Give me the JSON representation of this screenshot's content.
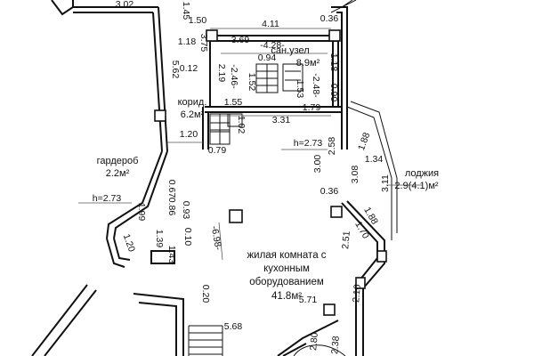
{
  "rooms": {
    "toilet_name": "сан.узел",
    "toilet_area": "8.9м²",
    "corridor_name": "корид.",
    "corridor_area": "6.2м²",
    "wardrobe_name": "гардероб",
    "wardrobe_area": "2.2м²",
    "loggia_name": "лоджия",
    "loggia_area": "2.9(4.1)м²",
    "living_line1": "жилая комната с",
    "living_line2": "кухонным",
    "living_line3": "оборудованием",
    "living_area": "41.8м²"
  },
  "heights": {
    "h_right": "h=2.73",
    "h_left": "h=2.73"
  },
  "dims": {
    "d302": "3.02",
    "d145": "1.45",
    "d036a": "0.36",
    "d150": "1.50",
    "d411": "4.11",
    "d118": "1.18",
    "d375": "3.75",
    "d369": "3.69",
    "d428": "-4.28-",
    "d094": "0.94",
    "d562": "5.62",
    "d012": "0.12",
    "d219": "2.19",
    "d246": "-2.46-",
    "d152": "1.52",
    "d153": "1.53",
    "d248": "-2.48-",
    "d118b": "1.18",
    "d090": "0.90",
    "d155": "1.55",
    "d179": "1.79",
    "d331": "3.31",
    "d102": "1.02",
    "d120": "1.20",
    "d079": "0.79",
    "d258": "2.58",
    "d188": "1.88",
    "d134": "1.34",
    "d300": "3.00",
    "d308": "3.08",
    "d311": "3.11",
    "d067": "0.67",
    "d086": "0.86",
    "d093": "0.93",
    "d199": "1.99",
    "d010": "0.10",
    "d036b": "0.36",
    "d188b": "1.88",
    "d698": "-6.98-",
    "d170": "1.70",
    "d251": "2.51",
    "d120b": "1.20",
    "d139": "1.39",
    "d143": "1.43",
    "d210": "2.10",
    "d571": "5.71",
    "d020": "0.20",
    "d568": "5.68",
    "d280": "2.80",
    "d238": "2.38"
  }
}
